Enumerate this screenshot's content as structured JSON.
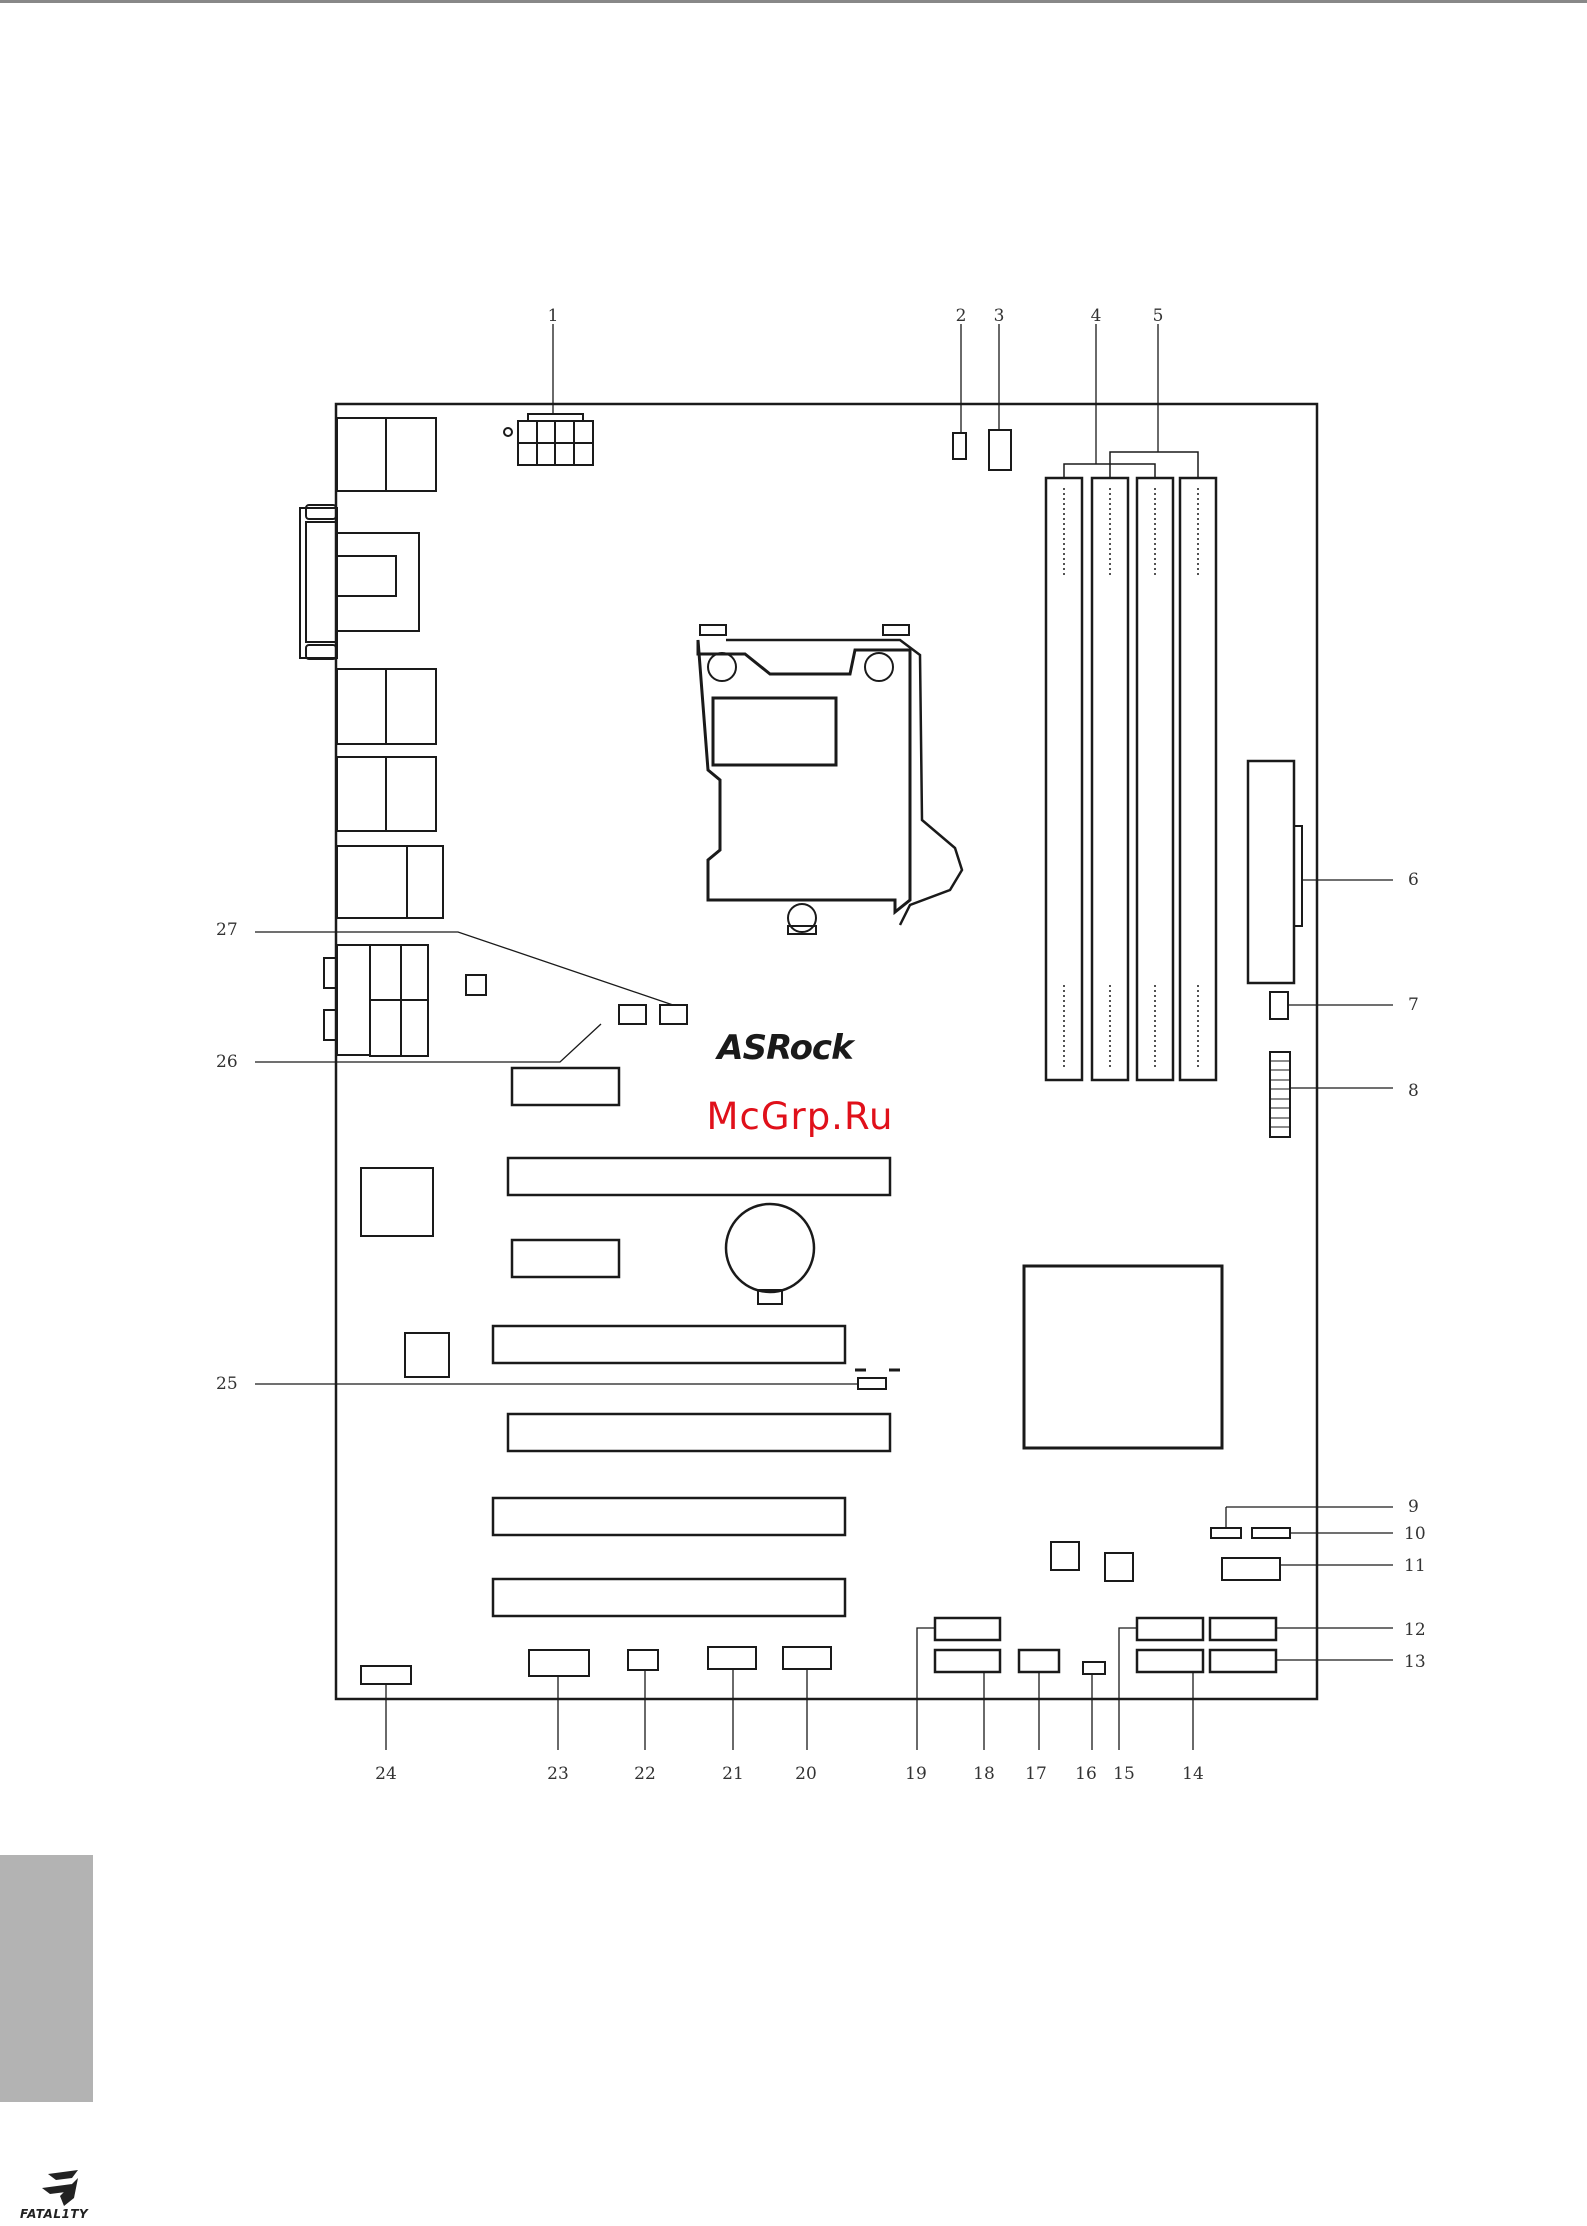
{
  "brand_logo_text": "ASRock",
  "watermark": "McGrp.Ru",
  "footer_brand": "FATAL1TY",
  "callouts": {
    "c1": "1",
    "c2": "2",
    "c3": "3",
    "c4": "4",
    "c5": "5",
    "c6": "6",
    "c7": "7",
    "c8": "8",
    "c9": "9",
    "c10": "10",
    "c11": "11",
    "c12": "12",
    "c13": "13",
    "c14": "14",
    "c15": "15",
    "c16": "16",
    "c17": "17",
    "c18": "18",
    "c19": "19",
    "c20": "20",
    "c21": "21",
    "c22": "22",
    "c23": "23",
    "c24": "24",
    "c25": "25",
    "c26": "26",
    "c27": "27"
  },
  "colors": {
    "line": "#1a1a1a",
    "watermark": "#e0101a",
    "side_tab": "#b3b3b3"
  }
}
